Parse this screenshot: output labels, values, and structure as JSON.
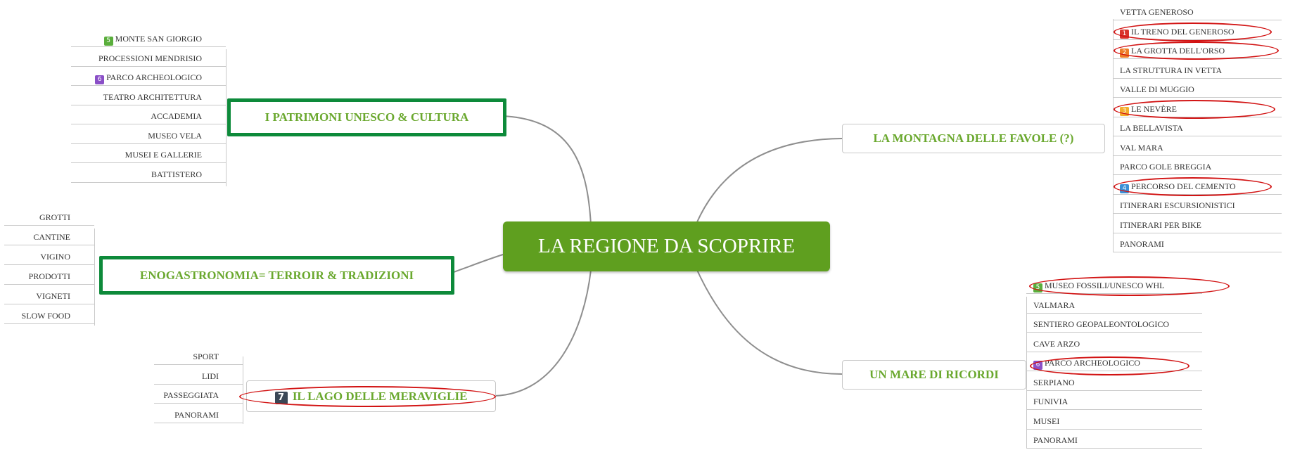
{
  "central": "LA REGIONE DA SCOPRIRE",
  "branches": {
    "unesco": {
      "label": "I PATRIMONI UNESCO & CULTURA",
      "items": [
        {
          "label": "MONTE SAN GIORGIO",
          "badge": "5",
          "badge_color": "#5aae3c"
        },
        {
          "label": "PROCESSIONI MENDRISIO"
        },
        {
          "label": "PARCO ARCHEOLOGICO",
          "badge": "6",
          "badge_color": "#8a4fc7"
        },
        {
          "label": "TEATRO ARCHITETTURA"
        },
        {
          "label": "ACCADEMIA"
        },
        {
          "label": "MUSEO VELA"
        },
        {
          "label": "MUSEI E GALLERIE"
        },
        {
          "label": "BATTISTERO"
        }
      ]
    },
    "eno": {
      "label": "ENOGASTRONOMIA= TERROIR & TRADIZIONI",
      "items": [
        {
          "label": "GROTTI"
        },
        {
          "label": "CANTINE"
        },
        {
          "label": "VIGINO"
        },
        {
          "label": "PRODOTTI"
        },
        {
          "label": "VIGNETI"
        },
        {
          "label": "SLOW FOOD"
        }
      ]
    },
    "lago": {
      "label": "IL LAGO DELLE MERAVIGLIE",
      "badge": "7",
      "badge_color": "#3b4756",
      "items": [
        {
          "label": "SPORT"
        },
        {
          "label": "LIDI"
        },
        {
          "label": "PASSEGGIATA"
        },
        {
          "label": "PANORAMI"
        }
      ]
    },
    "montagna": {
      "label": "LA MONTAGNA DELLE FAVOLE (?)",
      "items": [
        {
          "label": "VETTA GENEROSO"
        },
        {
          "label": "IL TRENO DEL GENEROSO",
          "badge": "1",
          "badge_color": "#d9342b"
        },
        {
          "label": "LA GROTTA DELL'ORSO",
          "badge": "2",
          "badge_color": "#ee7d26"
        },
        {
          "label": "LA STRUTTURA IN VETTA"
        },
        {
          "label": "VALLE DI MUGGIO"
        },
        {
          "label": "LE NEVÈRE",
          "badge": "3",
          "badge_color": "#f3ad2b"
        },
        {
          "label": "LA BELLAVISTA"
        },
        {
          "label": "VAL MARA"
        },
        {
          "label": "PARCO GOLE BREGGIA"
        },
        {
          "label": "PERCORSO DEL CEMENTO",
          "badge": "4",
          "badge_color": "#3b8fd6"
        },
        {
          "label": "ITINERARI ESCURSIONISTICI"
        },
        {
          "label": "ITINERARI PER BIKE"
        },
        {
          "label": "PANORAMI"
        }
      ]
    },
    "mare": {
      "label": "UN MARE DI RICORDI",
      "items": [
        {
          "label": "MUSEO FOSSILI/UNESCO WHL",
          "badge": "5",
          "badge_color": "#5aae3c"
        },
        {
          "label": "VALMARA"
        },
        {
          "label": "SENTIERO GEOPALEONTOLOGICO"
        },
        {
          "label": "CAVE ARZO"
        },
        {
          "label": "PARCO ARCHEOLOGICO",
          "badge": "6",
          "badge_color": "#8a4fc7"
        },
        {
          "label": "SERPIANO"
        },
        {
          "label": "FUNIVIA"
        },
        {
          "label": "MUSEI"
        },
        {
          "label": "PANORAMI"
        }
      ]
    }
  }
}
